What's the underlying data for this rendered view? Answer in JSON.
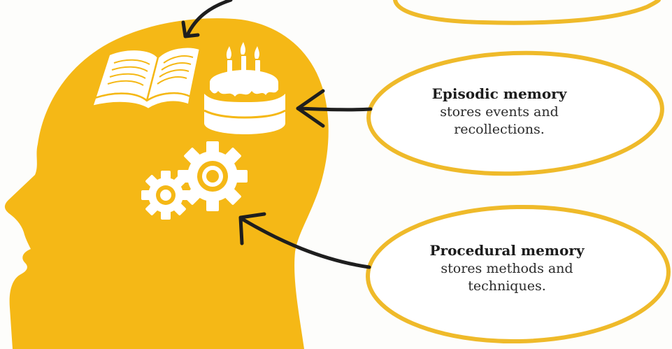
{
  "colors": {
    "head": "#f5b816",
    "bubble_outline": "#efba2a",
    "arrow": "#1e1e1e",
    "icon": "#ffffff"
  },
  "icons": [
    "book-icon",
    "birthday-cake-icon",
    "gears-icon",
    "head-silhouette"
  ],
  "bubbles": {
    "episodic": {
      "title": "Episodic memory",
      "line1": "stores events and",
      "line2": "recollections."
    },
    "procedural": {
      "title": "Procedural memory",
      "line1": "stores methods and",
      "line2": "techniques."
    }
  }
}
